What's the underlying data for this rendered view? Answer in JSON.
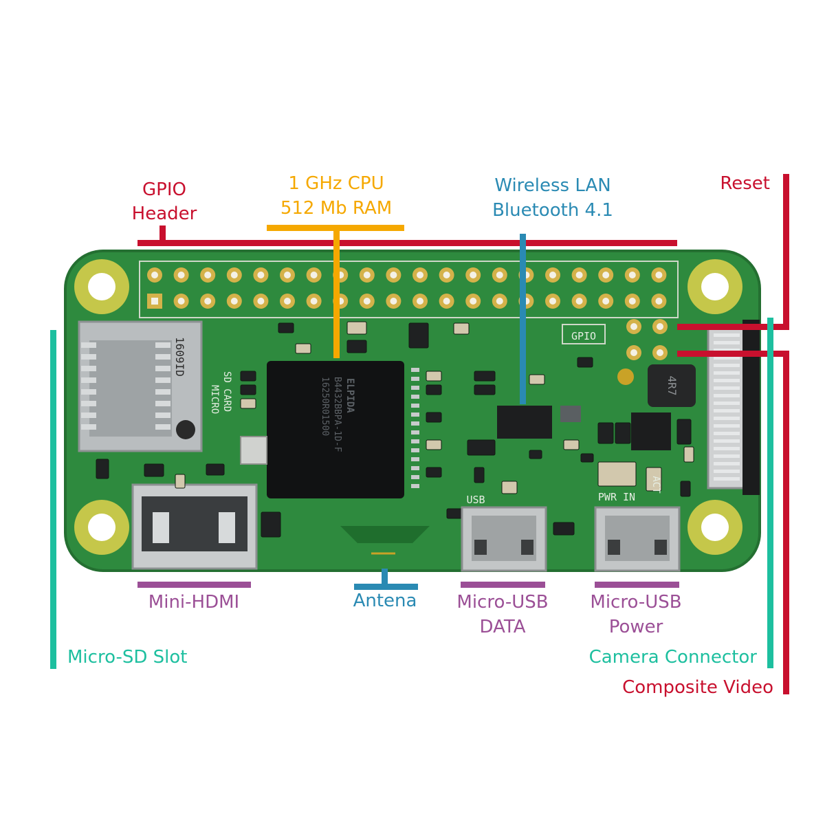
{
  "colors": {
    "red": "#c8102e",
    "orange": "#f5a800",
    "blue": "#2a8ab3",
    "purple": "#9b4f96",
    "teal": "#1dbf9f",
    "board": "#2e8a3e",
    "gold": "#c9a227"
  },
  "labels": {
    "gpio_header_line1": "GPIO",
    "gpio_header_line2": "Header",
    "cpu_line1": "1 GHz CPU",
    "cpu_line2": "512 Mb RAM",
    "wireless_line1": "Wireless LAN",
    "wireless_line2": "Bluetooth 4.1",
    "reset": "Reset",
    "mini_hdmi": "Mini-HDMI",
    "antena": "Antena",
    "usb_data_line1": "Micro-USB",
    "usb_data_line2": "DATA",
    "usb_power_line1": "Micro-USB",
    "usb_power_line2": "Power",
    "micro_sd": "Micro-SD Slot",
    "camera": "Camera Connector",
    "composite": "Composite Video"
  },
  "board_silkscreen": {
    "gpio": "GPIO",
    "sd_card_line1": "MICRO",
    "sd_card_line2": "SD CARD",
    "usb": "USB",
    "pwr_in": "PWR  IN",
    "act": "ACT",
    "ram_chip_line1": "ELPIDA",
    "ram_chip_line2": "B4432BBPA-1D-F",
    "ram_chip_line3": "16250R01500",
    "inductor": "4R7",
    "sd_code": "1609ID"
  }
}
